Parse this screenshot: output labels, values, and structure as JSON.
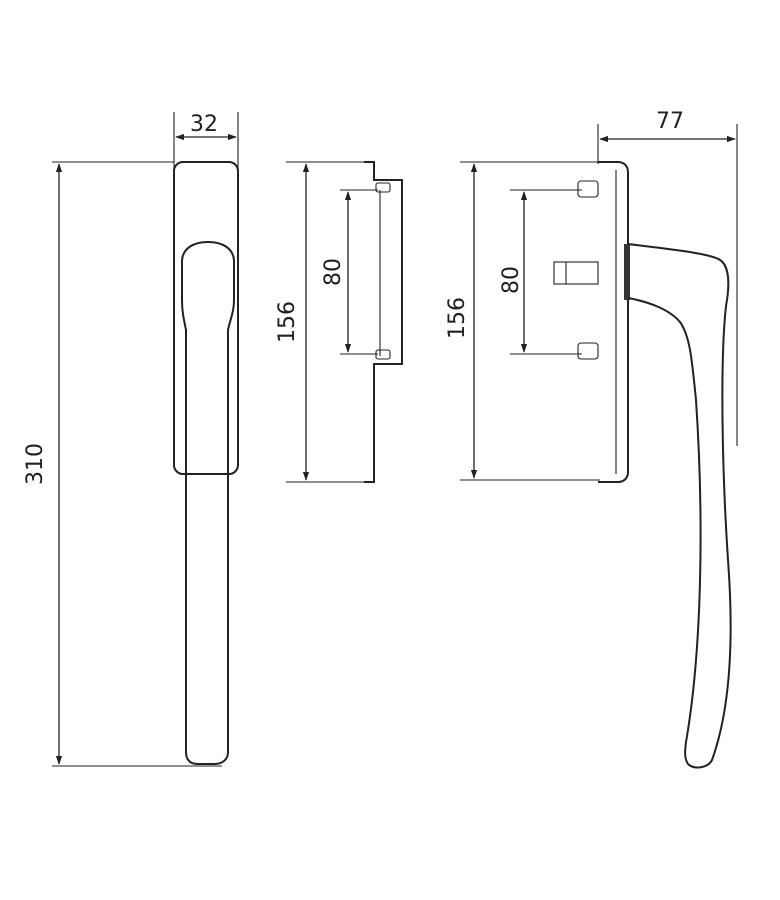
{
  "dimensions": {
    "front_width": "32",
    "front_height": "310",
    "side_plate_height": "156",
    "side_pin_spacing": "80",
    "profile_plate_height": "156",
    "profile_pin_spacing": "80",
    "profile_depth": "77"
  },
  "colors": {
    "line": "#222222",
    "background": "#ffffff"
  }
}
